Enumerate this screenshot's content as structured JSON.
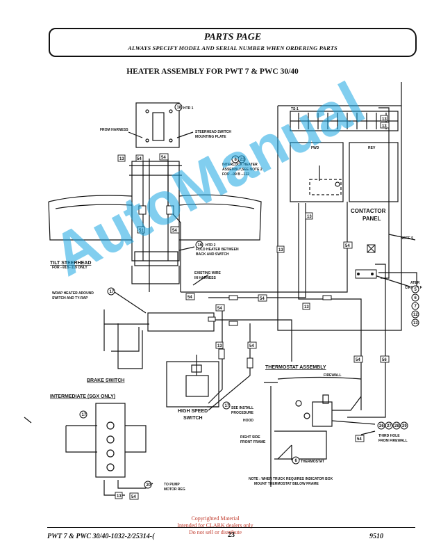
{
  "header": {
    "title": "PARTS PAGE",
    "subtitle": "ALWAYS SPECIFY MODEL AND SERIAL NUMBER WHEN ORDERING PARTS"
  },
  "page_heading": "HEATER ASSEMBLY FOR PWT 7 & PWC 30/40",
  "labels": {
    "htr1": "HTR 1",
    "from_harness": "FROM HARNESS",
    "steerhead_switch": "STEERHEAD SWITCH",
    "mounting_plate": "MOUNTING PLATE",
    "interlock_heater": "INTERLOCK HEATER",
    "assembly_note": "ASSEMBLY,SEE NOTE 2",
    "for_range": "FOR --99 B --122",
    "ts1": "TS-1",
    "fwd": "FWD",
    "rev": "REV",
    "contactor": "CONTACTOR",
    "panel": "PANEL",
    "note5": "NOTE 5",
    "heater_circuit": "ATER",
    "circuit": "CIRCUIT F",
    "htr2": "HTR 2",
    "fold_heater": "FOLD HEATER BETWEEN",
    "back_switch": "BACK AND SWITCH",
    "tilt_steerhead": "TILT STEERHEAD",
    "tilt_range": "FOR --91B--119 ONLY",
    "existing_wire": "EXISTING WIRE",
    "in_harness": "IN HARNESS",
    "wrap_heater": "WRAP HEATER AROUND",
    "switch_tyrap": "SWITCH AND TY-RAP",
    "brake_switch": "BRAKE SWITCH",
    "intermediate": "INTERMEDIATE (SGX ONLY)",
    "thermostat_assembly": "THERMOSTAT ASSEMBLY",
    "firewall": "FIREWALL",
    "see_install": "SEE INSTALL",
    "procedure": "PROCEDURE",
    "high_speed": "HIGH SPEED",
    "switch": "SWITCH",
    "hood": "HOOD",
    "third_hole": "THIRD HOLE",
    "from_firewall": "FROM FIREWALL",
    "right_side": "RIGHT SIDE",
    "front_frame": "FRONT FRAME",
    "thermostat": "THERMOSTAT",
    "to_pump": "TO PUMP",
    "motor_reg": "MOTOR REG",
    "note_text1": "NOTE : WHEN TRUCK REQUIRES INDICATOR BOX",
    "note_text2": "MOUNT THERMOSTAT BELOW FRAME"
  },
  "callouts": {
    "c18": "18",
    "c8": "8",
    "c23": "23",
    "c16": "16",
    "c17": "17",
    "c17b": "17",
    "c17c": "17",
    "c20": "20",
    "c5": "5",
    "c6": "6",
    "c7": "7",
    "c12": "12",
    "c13": "13",
    "c6b": "6",
    "c26": "26",
    "c27": "27",
    "c28": "28",
    "c29": "29"
  },
  "wire_tags": {
    "w13": "13",
    "w54": "54",
    "w51": "51",
    "w13b": "13",
    "w54b": "54",
    "w13c": "13",
    "w54c": "54",
    "w13d": "13",
    "w54d": "54",
    "w54e": "54",
    "w13e": "13",
    "w54f": "54",
    "w54g": "54",
    "w56": "56",
    "w54h": "54",
    "w54i": "54",
    "w13f": "13",
    "w13g": "13",
    "w54j": "54",
    "w13h": "13",
    "w54k": "54"
  },
  "watermark": "AutoManual",
  "copyright": {
    "line1": "Copyrighted Material",
    "line2": "Intended for CLARK dealers only",
    "line3": "Do not sell or distribute"
  },
  "footer": {
    "left": "PWT 7 & PWC 30/40-1032-2/25314-(",
    "page": "23",
    "right": "9510"
  }
}
